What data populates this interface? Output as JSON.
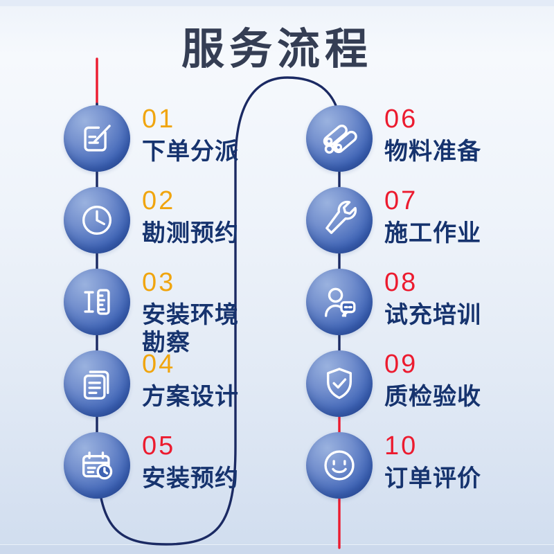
{
  "title": "服务流程",
  "colors": {
    "gold": "#F0A50F",
    "red": "#EC1B2F",
    "label_navy": "#16336E",
    "title_color": "#353E54",
    "line_navy": "#1B2A63",
    "line_red": "#EC1B2F",
    "circle_light": "#93ACDC",
    "circle_dark": "#28489B"
  },
  "steps": [
    {
      "number": "01",
      "label": "下单分派",
      "icon": "edit-document",
      "number_color": "#F0A50F"
    },
    {
      "number": "02",
      "label": "勘测预约",
      "icon": "clock",
      "number_color": "#F0A50F"
    },
    {
      "number": "03",
      "label": "安装环境\n勘察",
      "icon": "measuring-ruler",
      "number_color": "#F0A50F"
    },
    {
      "number": "04",
      "label": "方案设计",
      "icon": "document-stack",
      "number_color": "#F0A50F"
    },
    {
      "number": "05",
      "label": "安装预约",
      "icon": "calendar-clock",
      "number_color": "#EC1B2F"
    },
    {
      "number": "06",
      "label": "物料准备",
      "icon": "pipes",
      "number_color": "#EC1B2F"
    },
    {
      "number": "07",
      "label": "施工作业",
      "icon": "wrench",
      "number_color": "#EC1B2F"
    },
    {
      "number": "08",
      "label": "试充培训",
      "icon": "person-chat",
      "number_color": "#EC1B2F"
    },
    {
      "number": "09",
      "label": "质检验收",
      "icon": "shield-check",
      "number_color": "#EC1B2F"
    },
    {
      "number": "10",
      "label": "订单评价",
      "icon": "smiley-face",
      "number_color": "#EC1B2F"
    }
  ]
}
